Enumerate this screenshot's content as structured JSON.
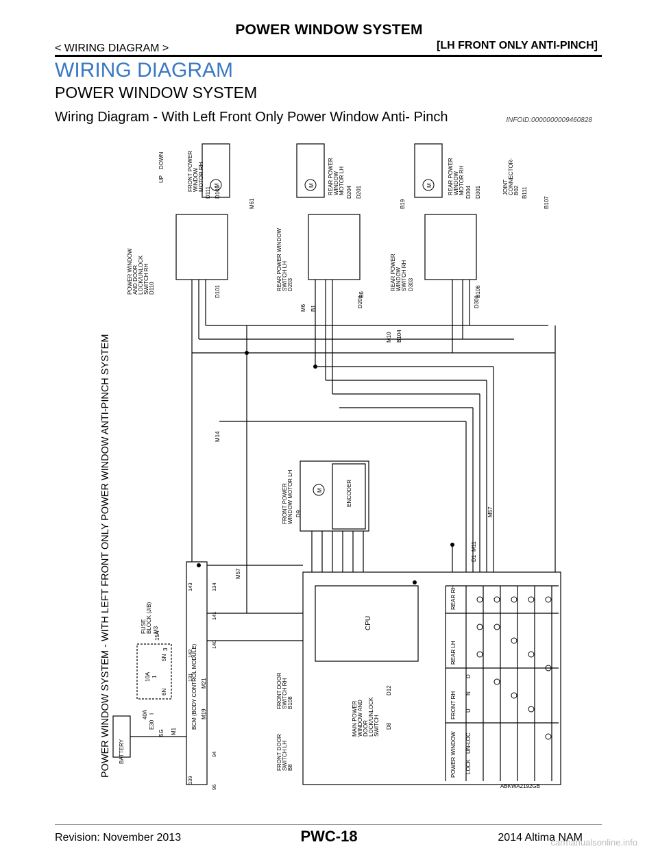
{
  "header": {
    "title": "POWER WINDOW SYSTEM",
    "section": "< WIRING DIAGRAM >",
    "variant": "[LH FRONT ONLY ANTI-PINCH]"
  },
  "page": {
    "heading": "WIRING DIAGRAM",
    "subheading": "POWER WINDOW SYSTEM",
    "diagram_title": "Wiring Diagram - With Left Front Only Power Window Anti- Pinch",
    "infoid": "INFOID:0000000009460828"
  },
  "diagram": {
    "side_title": "POWER WINDOW SYSTEM - WITH LEFT FRONT ONLY POWER WINDOW ANTI-PINCH SYSTEM",
    "code": "ABKWA2192GB",
    "battery": "BATTERY",
    "fuse_block": [
      "FUSE",
      "BLOCK (J/B)"
    ],
    "fuse_block_conn": "M3",
    "fuse_40a": "40A",
    "fuse_10a": "10A",
    "fuse_15a": "15A",
    "fuse_a_num": "I",
    "fuse_b_num": "1",
    "fuse_c_num": "3",
    "conn_e30": "E30",
    "conn_m1": "M1",
    "pin_5g": "5G",
    "pin_6n": "6N",
    "pin_5n": "5N",
    "bcm": "BCM (BODY CONTROL MODULE)",
    "bcm_conn_a": "M19",
    "bcm_conn_b": "M21",
    "bcm_pins": [
      "139",
      "131",
      "142",
      "94",
      "140",
      "141",
      "96",
      "143",
      "134"
    ],
    "ground_m57": "M57",
    "main_switch": [
      "MAIN POWER",
      "WINDOW AND",
      "DOOR",
      "LOCK/UNLOCK",
      "SWITCH"
    ],
    "main_switch_conn_a": "D8",
    "main_switch_conn_b": "D12",
    "cpu": "CPU",
    "encoder": "ENCODER",
    "front_lh_motor": [
      "FRONT POWER",
      "WINDOW MOTOR LH"
    ],
    "front_lh_motor_conn": "D9",
    "door_sw_lh": [
      "FRONT DOOR",
      "SWITCH LH"
    ],
    "door_sw_lh_conn": "B8",
    "door_sw_rh": [
      "FRONT DOOR",
      "SWITCH RH"
    ],
    "door_sw_rh_conn": "B108",
    "switch_rh": [
      "POWER WINDOW",
      "AND DOOR",
      "LOCK/UNLOCK",
      "SWITCH RH"
    ],
    "switch_rh_conn": "D110",
    "front_rh_motor": [
      "FRONT POWER",
      "WINDOW",
      "MOTOR RH"
    ],
    "front_rh_motor_conns": [
      "D111",
      "D101"
    ],
    "rear_sw_lh": [
      "REAR POWER WINDOW",
      "SWITCH LH"
    ],
    "rear_sw_lh_conn": "D203",
    "rear_lh_motor": [
      "REAR POWER",
      "WINDOW",
      "MOTOR LH"
    ],
    "rear_lh_motor_conns": [
      "D204",
      "D201"
    ],
    "rear_sw_rh": [
      "REAR POWER",
      "WINDOW",
      "SWITCH RH"
    ],
    "rear_sw_rh_conn": "D303",
    "rear_rh_motor": [
      "REAR POWER",
      "WINDOW",
      "MOTOR RH"
    ],
    "rear_rh_motor_conns": [
      "D304",
      "D301"
    ],
    "joint_conn": [
      "JOINT",
      "CONNECTOR-",
      "B02"
    ],
    "joint_conn_code": "B111",
    "motor_up": "UP",
    "motor_down": "DOWN",
    "motor_m": "M",
    "table_heads": [
      "POWER WINDOW",
      "FRONT RH",
      "REAR LH",
      "REAR RH"
    ],
    "table_rows": [
      "LOCK",
      "UN-LOC"
    ],
    "table_cols": [
      "U",
      "N",
      "D"
    ],
    "conns": [
      "M14",
      "M61",
      "D101",
      "B6",
      "B19",
      "B106",
      "B107",
      "M6",
      "B1",
      "M10",
      "B104",
      "M11",
      "D1",
      "M57",
      "D201",
      "D301"
    ]
  },
  "footer": {
    "revision": "Revision: November 2013",
    "page_no": "PWC-18",
    "model": "2014 Altima NAM",
    "watermark": "carmanualsonline.info"
  }
}
